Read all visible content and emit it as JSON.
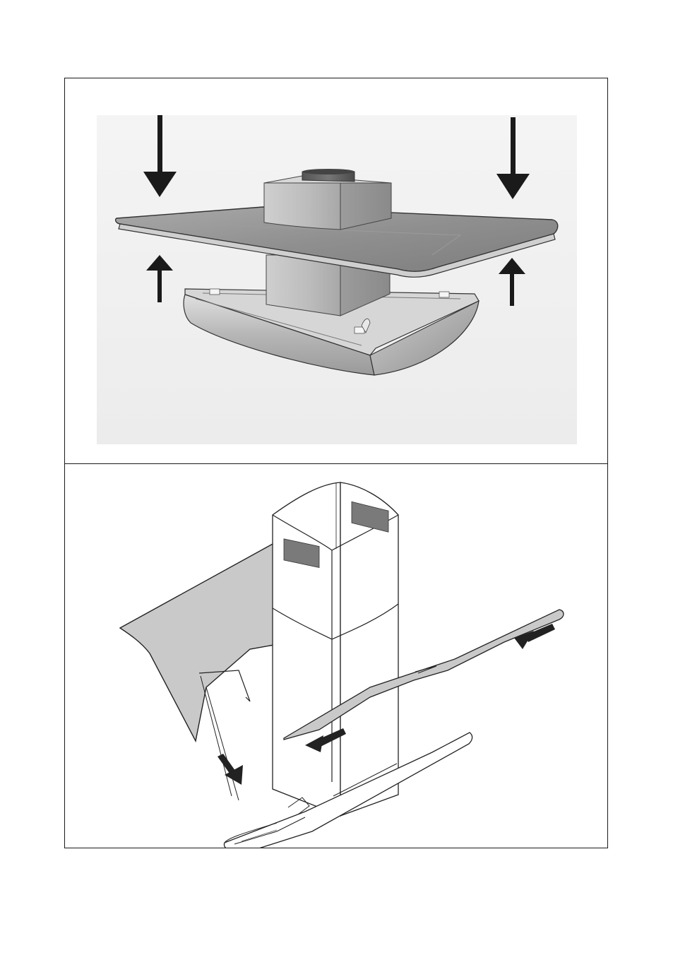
{
  "figure": {
    "panels": [
      {
        "id": "top",
        "subject": "glass-canopy-assembly",
        "arrows": [
          "down-left",
          "down-right",
          "up-left",
          "up-right"
        ]
      },
      {
        "id": "bottom",
        "subject": "glass-panels-insertion",
        "arrows": [
          "slide-right-panel",
          "slide-inner",
          "slide-down-left"
        ]
      }
    ]
  },
  "colors": {
    "frame": "#1a1a1a",
    "arrow": "#1a1a1a",
    "glass": "#8e8e8e",
    "steel_light": "#d9d9d9",
    "steel_dark": "#9a9a9a",
    "panel_grey": "#c8c8c8"
  }
}
